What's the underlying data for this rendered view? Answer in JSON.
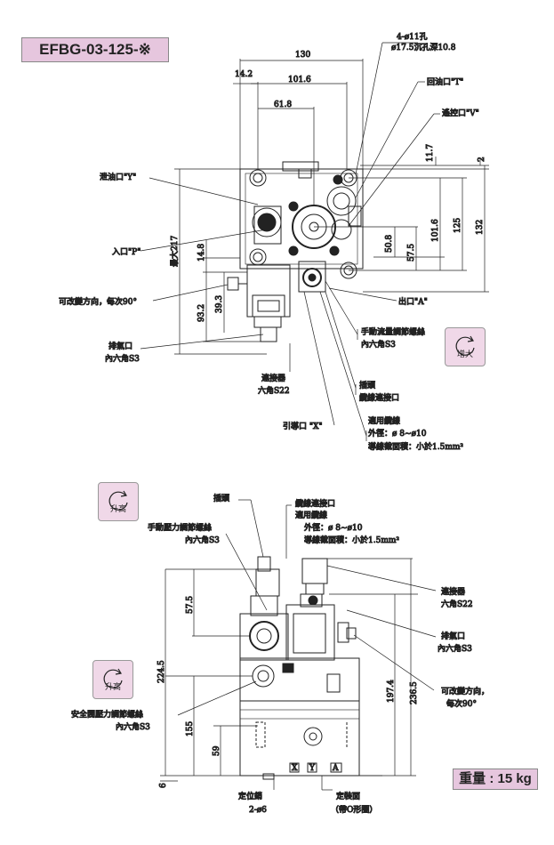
{
  "model_label": "EFBG-03-125-※",
  "weight_label": "重量 : 15 kg",
  "buttons": {
    "enlarge": "增大",
    "raise_top": "升高",
    "raise_left": "升高"
  },
  "top_view": {
    "dims": {
      "d130": "130",
      "d14_2": "14.2",
      "d101_6": "101.6",
      "d61_8": "61.8",
      "d11_7": "11.7",
      "d2": "2",
      "r101_6": "101.6",
      "d125": "125",
      "d132": "132",
      "d50_8": "50.8",
      "d57_5": "57.5",
      "d14_8": "14.8",
      "d39_3": "39.3",
      "d93_2": "93.2",
      "max217": "最大217"
    },
    "labels": {
      "holes_a": "4-ø11孔",
      "holes_b": "ø17.5沉孔深10.8",
      "return_t": "回油口\"T\"",
      "remote_v": "遙控口\"V\"",
      "drain_y": "泄油口\"Y\"",
      "inlet_p": "入口\"P\"",
      "dir_change": "可改變方向，每次90°",
      "outlet_a": "出口\"A\"",
      "flow_adj_a": "手動流量調節螺絲",
      "flow_adj_b": "內六角S3",
      "vent_a": "排氣口",
      "vent_b": "內六角S3",
      "conn_a": "連接器",
      "conn_b": "六角S22",
      "plug_a": "插頭",
      "plug_b": "纜線連接口",
      "pilot_x": "引導口 \"X\"",
      "cable_a": "適用纜線",
      "cable_b": "外徑：ø 8~ø10",
      "cable_c": "導線截面積：小於1.5mm²"
    }
  },
  "side_view": {
    "dims": {
      "d57_5": "57.5",
      "d224_5": "224.5",
      "d155": "155",
      "d59": "59",
      "d6": "6",
      "d197_4": "197.4",
      "d236_5": "236.5"
    },
    "labels": {
      "plug": "插頭",
      "press_adj_a": "手動壓力調節螺絲",
      "press_adj_b": "內六角S3",
      "cable_port": "纜線連接口",
      "cable_a": "適用纜線",
      "cable_b": "外徑：ø 8~ø10",
      "cable_c": "導線截面積：小於1.5mm²",
      "conn_a": "連接器",
      "conn_b": "六角S22",
      "vent_a": "排氣口",
      "vent_b": "內六角S3",
      "dir_a": "可改變方向，",
      "dir_b": "每次90°",
      "safety_a": "安全閥壓力調節螺絲",
      "safety_b": "內六角S3",
      "pin_a": "定位銷",
      "pin_b": "2-ø6",
      "mount_a": "定裝面",
      "mount_b": "（帶O形圈）",
      "port_x": "X",
      "port_y": "Y",
      "port_a": "A"
    }
  },
  "colors": {
    "panel": "#e6c6de",
    "button": "#f0d8e8",
    "line": "#222222"
  }
}
